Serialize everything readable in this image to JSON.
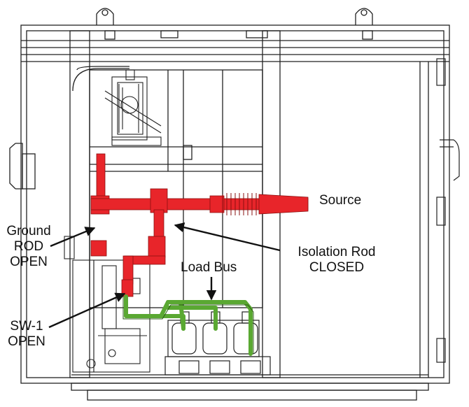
{
  "colors": {
    "line": "#222222",
    "red_bus": "#e8252a",
    "green_bus": "#5aa832",
    "background": "#ffffff"
  },
  "labels": {
    "source": "Source",
    "ground_rod_line1": "Ground",
    "ground_rod_line2": "ROD",
    "ground_rod_line3": "OPEN",
    "isolation_rod_line1": "Isolation Rod",
    "isolation_rod_line2": "CLOSED",
    "load_bus": "Load Bus",
    "sw1_line1": "SW-1",
    "sw1_line2": "OPEN"
  }
}
